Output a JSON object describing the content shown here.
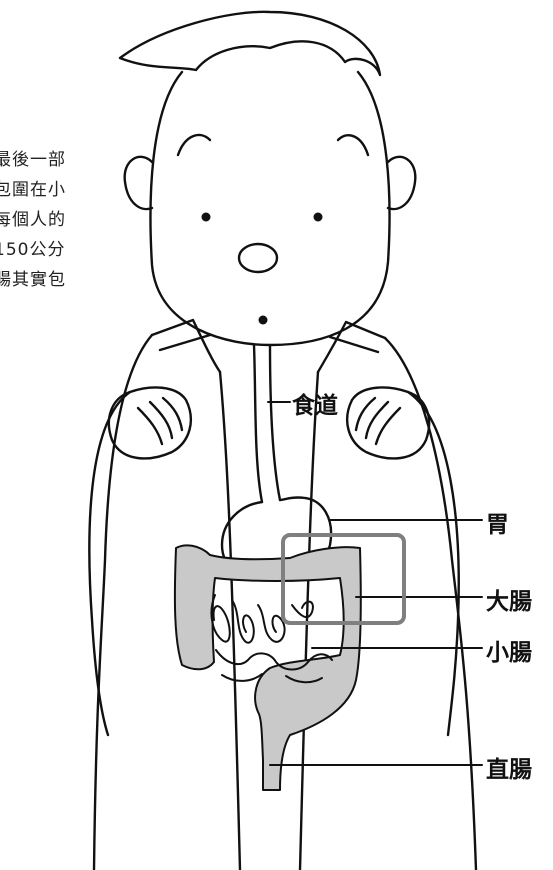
{
  "side_text": {
    "lines": [
      "最後一部",
      "包圍在小",
      "每個人的",
      "150公分",
      "腸其實包"
    ]
  },
  "labels": {
    "esophagus": "食道",
    "stomach": "胃",
    "large_intestine": "大腸",
    "small_intestine": "小腸",
    "rectum": "直腸"
  },
  "colors": {
    "line": "#111111",
    "large_intestine_fill": "#c9c9c9",
    "highlight_box": "#7f7f7f"
  }
}
